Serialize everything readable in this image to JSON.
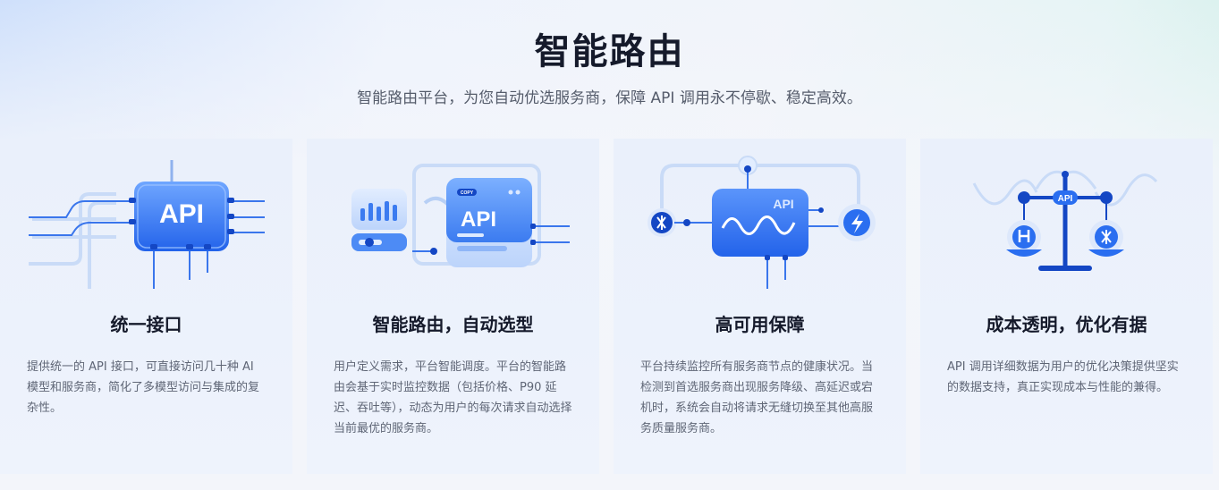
{
  "header": {
    "title": "智能路由",
    "subtitle": "智能路由平台，为您自动优选服务商，保障 API 调用永不停歇、稳定高效。"
  },
  "cards": [
    {
      "title": "统一接口",
      "description": "提供统一的 API 接口，可直接访问几十种 AI 模型和服务商，简化了多模型访问与集成的复杂性。",
      "chip_label": "API"
    },
    {
      "title": "智能路由，自动选型",
      "description": "用户定义需求，平台智能调度。平台的智能路由会基于实时监控数据（包括价格、P90 延迟、吞吐等），动态为用户的每次请求自动选择当前最优的服务商。",
      "chip_label": "API",
      "copy_label": "COPY"
    },
    {
      "title": "高可用保障",
      "description": "平台持续监控所有服务商节点的健康状况。当检测到首选服务商出现服务降级、高延迟或宕机时，系统会自动将请求无缝切换至其他高服务质量服务商。",
      "chip_label": "API"
    },
    {
      "title": "成本透明，优化有据",
      "description": "API 调用详细数据为用户的优化决策提供坚实的数据支持，真正实现成本与性能的兼得。",
      "chip_label": "API"
    }
  ],
  "colors": {
    "primary": "#2a6ef0",
    "primary_dark": "#1447c4",
    "title": "#151a2b",
    "text": "#5f6676"
  }
}
